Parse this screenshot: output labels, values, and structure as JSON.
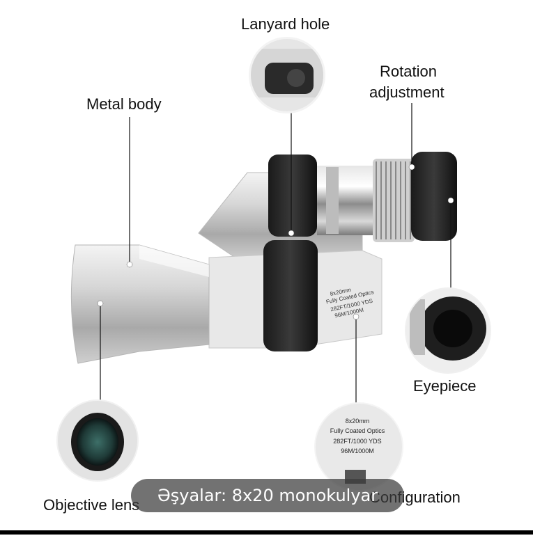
{
  "labels": {
    "lanyard_hole": "Lanyard hole",
    "rotation_adjustment_1": "Rotation",
    "rotation_adjustment_2": "adjustment",
    "metal_body": "Metal body",
    "eyepiece": "Eyepiece",
    "objective_lens": "Objective lens",
    "configuration": "Configuration"
  },
  "body_print": [
    "8x20mm",
    "Fully Coated Optics",
    "282FT/1000 YDS",
    "96M/1000M"
  ],
  "detail_print": [
    "8x20mm",
    "Fully Coated Optics",
    "282FT/1000 YDS",
    "96M/1000M"
  ],
  "caption": "Əşyalar: 8x20 monokulyar"
}
